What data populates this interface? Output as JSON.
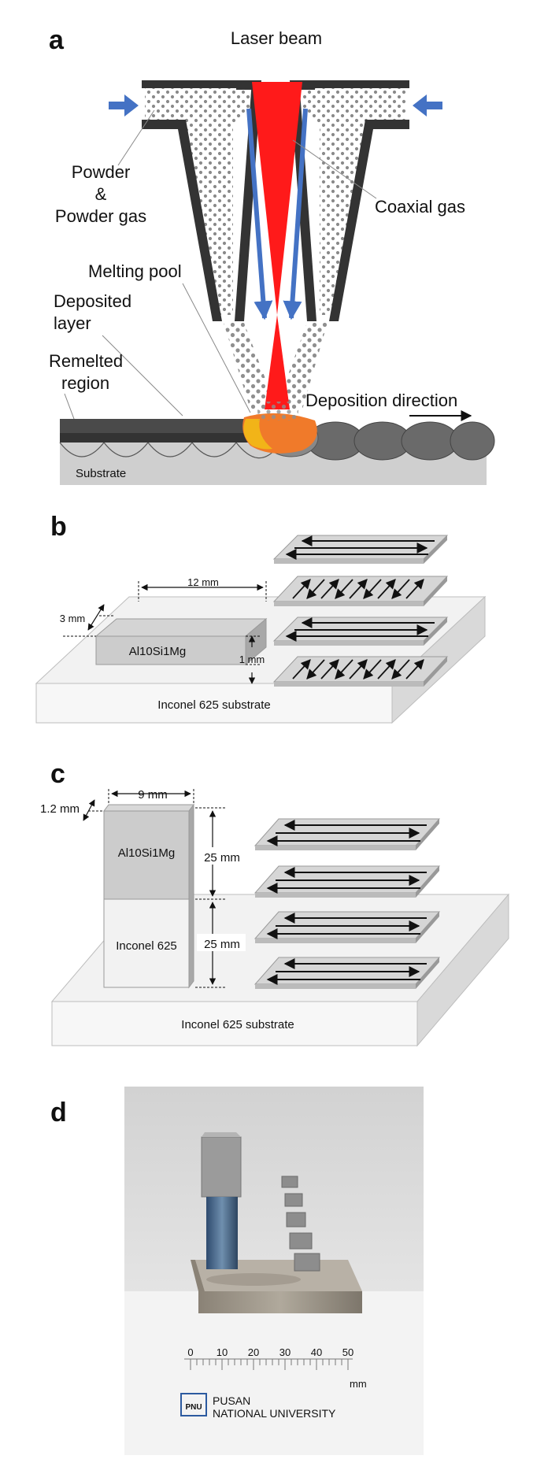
{
  "panel_a": {
    "letter": "a",
    "laser_beam": "Laser beam",
    "powder": "Powder",
    "amp": "&",
    "powder_gas": "Powder gas",
    "coaxial_gas": "Coaxial gas",
    "melting_pool": "Melting pool",
    "deposited_1": "Deposited",
    "deposited_2": "layer",
    "remelted_1": "Remelted",
    "remelted_2": "region",
    "deposition_direction": "Deposition direction",
    "substrate": "Substrate"
  },
  "panel_b": {
    "letter": "b",
    "length": "12 mm",
    "width": "3 mm",
    "height": "1 mm",
    "material": "Al10Si1Mg",
    "substrate": "Inconel 625 substrate"
  },
  "panel_c": {
    "letter": "c",
    "width": "9 mm",
    "depth": "1.2 mm",
    "upper_height": "25 mm",
    "lower_height": "25 mm",
    "upper_material": "Al10Si1Mg",
    "lower_material": "Inconel 625",
    "substrate": "Inconel 625 substrate"
  },
  "panel_d": {
    "letter": "d",
    "ruler_ticks": [
      "0",
      "10",
      "20",
      "30",
      "40",
      "50"
    ],
    "ruler_unit": "mm",
    "logo_text": "PNU",
    "university_1": "PUSAN",
    "university_2": "NATIONAL UNIVERSITY"
  },
  "colors": {
    "laser": "#ff1a1a",
    "gas_arrow": "#4472c4",
    "nozzle": "#333333",
    "pool": "#f07a2a",
    "layer": "#4a4a4a",
    "substrate": "#cfcfcf"
  }
}
